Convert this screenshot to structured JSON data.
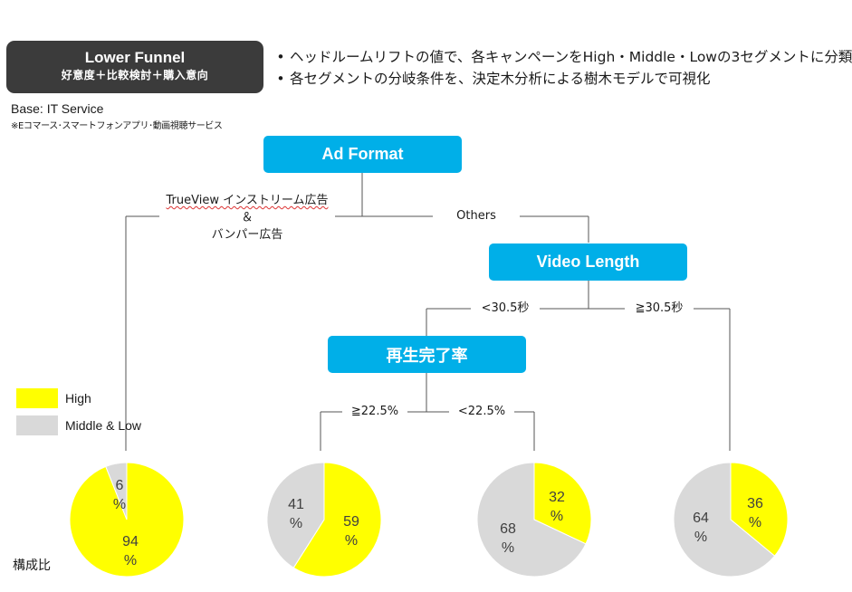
{
  "header": {
    "title": "Lower Funnel",
    "subtitle": "好意度＋比較検討＋購入意向",
    "bullets": [
      "ヘッドルームリフトの値で、各キャンペーンをHigh・Middle・Lowの3セグメントに分類",
      "各セグメントの分岐条件を、決定木分析による樹木モデルで可視化"
    ],
    "base": "Base: IT Service",
    "note": "※Eコマース･スマートフォンアプリ･動画視聴サービス"
  },
  "tree": {
    "nodes": {
      "ad_format": "Ad Format",
      "video_length": "Video Length",
      "completion_rate": "再生完了率"
    },
    "branches": {
      "trueview_line1": "TrueView インストリーム広告",
      "trueview_line2": "＆",
      "trueview_line3": "バンパー広告",
      "others": "Others",
      "lt_30_5": "<30.5秒",
      "ge_30_5": "≧30.5秒",
      "ge_22_5": "≧22.5%",
      "lt_22_5": "<22.5%"
    }
  },
  "legend": {
    "high": "High",
    "middle_low": "Middle & Low",
    "colors": {
      "high": "#ffff00",
      "middle_low": "#d9d9d9"
    }
  },
  "footer_label": "構成比",
  "chart_data": [
    {
      "type": "pie",
      "branch": "TrueView インストリーム広告 & バンパー広告",
      "values": {
        "High": 94,
        "Middle & Low": 6
      },
      "labels": {
        "high": "94\n%",
        "middle_low": "6\n%"
      }
    },
    {
      "type": "pie",
      "branch": "Others / <30.5秒 / ≧22.5%",
      "values": {
        "High": 59,
        "Middle & Low": 41
      },
      "labels": {
        "high": "59\n%",
        "middle_low": "41\n%"
      }
    },
    {
      "type": "pie",
      "branch": "Others / <30.5秒 / <22.5%",
      "values": {
        "High": 32,
        "Middle & Low": 68
      },
      "labels": {
        "high": "32\n%",
        "middle_low": "68\n%"
      }
    },
    {
      "type": "pie",
      "branch": "Others / ≧30.5秒",
      "values": {
        "High": 36,
        "Middle & Low": 64
      },
      "labels": {
        "high": "36\n%",
        "middle_low": "64\n%"
      }
    }
  ]
}
